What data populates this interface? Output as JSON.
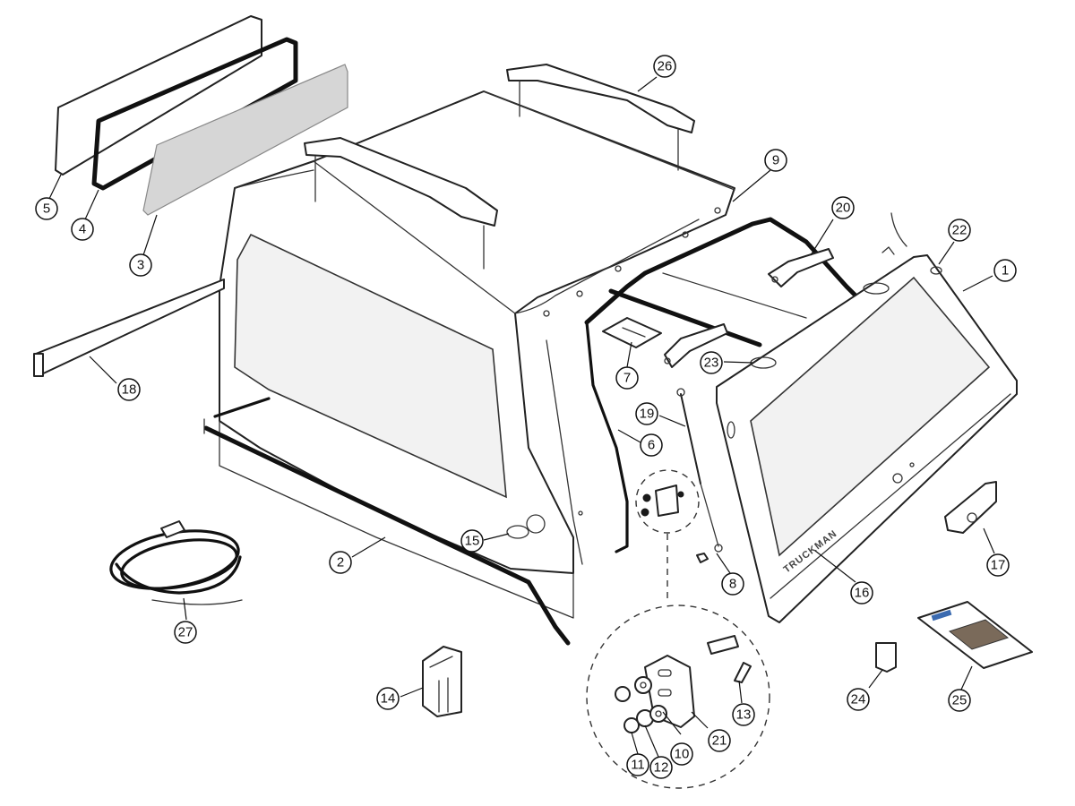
{
  "brand_text": "TRUCKMAN",
  "callouts": [
    {
      "id": "callout-1",
      "label": "1"
    },
    {
      "id": "callout-2",
      "label": "2"
    },
    {
      "id": "callout-3",
      "label": "3"
    },
    {
      "id": "callout-4",
      "label": "4"
    },
    {
      "id": "callout-5",
      "label": "5"
    },
    {
      "id": "callout-6",
      "label": "6"
    },
    {
      "id": "callout-7",
      "label": "7"
    },
    {
      "id": "callout-8",
      "label": "8"
    },
    {
      "id": "callout-9",
      "label": "9"
    },
    {
      "id": "callout-10",
      "label": "10"
    },
    {
      "id": "callout-11",
      "label": "11"
    },
    {
      "id": "callout-12",
      "label": "12"
    },
    {
      "id": "callout-13",
      "label": "13"
    },
    {
      "id": "callout-14",
      "label": "14"
    },
    {
      "id": "callout-15",
      "label": "15"
    },
    {
      "id": "callout-16",
      "label": "16"
    },
    {
      "id": "callout-17",
      "label": "17"
    },
    {
      "id": "callout-18",
      "label": "18"
    },
    {
      "id": "callout-19",
      "label": "19"
    },
    {
      "id": "callout-20",
      "label": "20"
    },
    {
      "id": "callout-21",
      "label": "21"
    },
    {
      "id": "callout-22",
      "label": "22"
    },
    {
      "id": "callout-23",
      "label": "23"
    },
    {
      "id": "callout-24",
      "label": "24"
    },
    {
      "id": "callout-25",
      "label": "25"
    },
    {
      "id": "callout-26",
      "label": "26"
    },
    {
      "id": "callout-27",
      "label": "27"
    }
  ]
}
